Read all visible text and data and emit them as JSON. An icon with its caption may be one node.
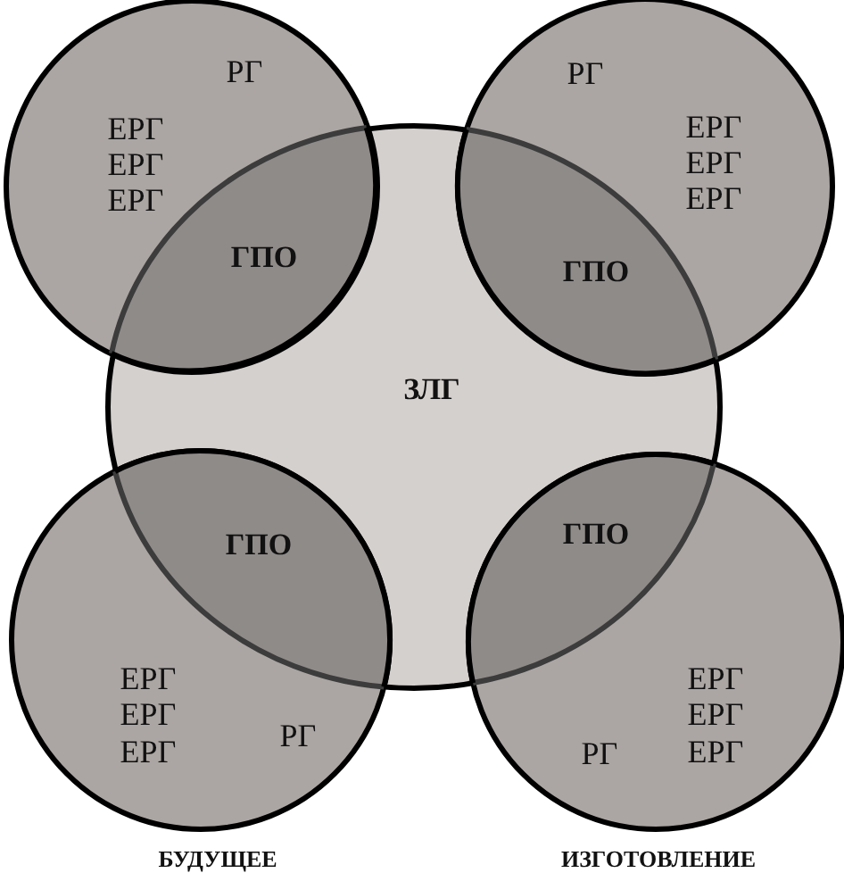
{
  "diagram": {
    "nodes": [
      {
        "text": [
          "РГ",
          "ЕРГ",
          "ЕРГ",
          "ЕРГ"
        ]
      },
      {
        "text": [
          "РГ",
          "ЕРГ",
          "ЕРГ",
          "ЕРГ"
        ]
      },
      {
        "text": [
          "ГПО"
        ]
      },
      {
        "text": [
          "ГПО"
        ]
      },
      {
        "text": [
          "ЗЛГ"
        ]
      },
      {
        "text": [
          "ГПО"
        ]
      },
      {
        "text": [
          "ГПО"
        ]
      },
      {
        "text": [
          "ЕРГ",
          "ЕРГ",
          "ЕРГ",
          "РГ"
        ],
        "beside": [
          "БУДУЩЕЕ"
        ]
      },
      {
        "text": [
          "ЕРГ",
          "ЕРГ",
          "ЕРГ",
          "РГ"
        ],
        "beside": [
          "ИЗГОТОВЛЕНИЕ"
        ]
      }
    ]
  }
}
